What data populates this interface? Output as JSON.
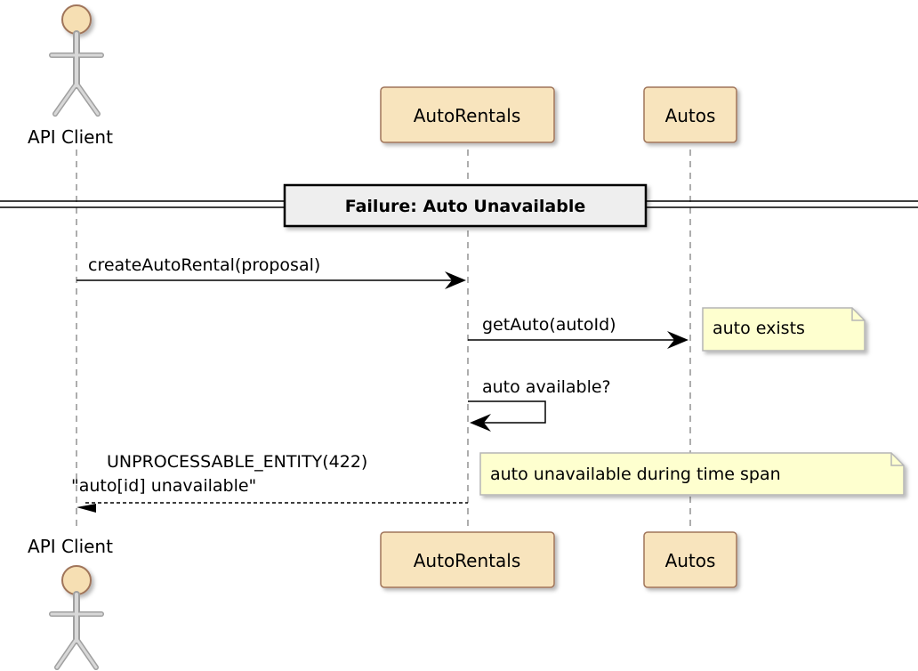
{
  "participants": {
    "actor": {
      "label": "API Client"
    },
    "service": {
      "label": "AutoRentals"
    },
    "store": {
      "label": "Autos"
    }
  },
  "divider": {
    "label": "Failure: Auto Unavailable"
  },
  "messages": [
    {
      "text": "createAutoRental(proposal)"
    },
    {
      "text": "getAuto(autoId)"
    },
    {
      "text": "auto available?"
    },
    {
      "line1": "UNPROCESSABLE_ENTITY(422)",
      "line2": "\"auto[id] unavailable\""
    }
  ],
  "notes": [
    {
      "text": "auto exists"
    },
    {
      "text": "auto unavailable during time span"
    }
  ],
  "colors": {
    "participant_fill": "#F8E4BD",
    "participant_border": "#A0745A",
    "actor_head": "#F6DFB3",
    "actor_body": "#C8C8C8",
    "note_fill": "#FEFFCF",
    "note_border": "#B5B5B5",
    "divider_fill": "#EEEEEE",
    "line": "#000000"
  }
}
